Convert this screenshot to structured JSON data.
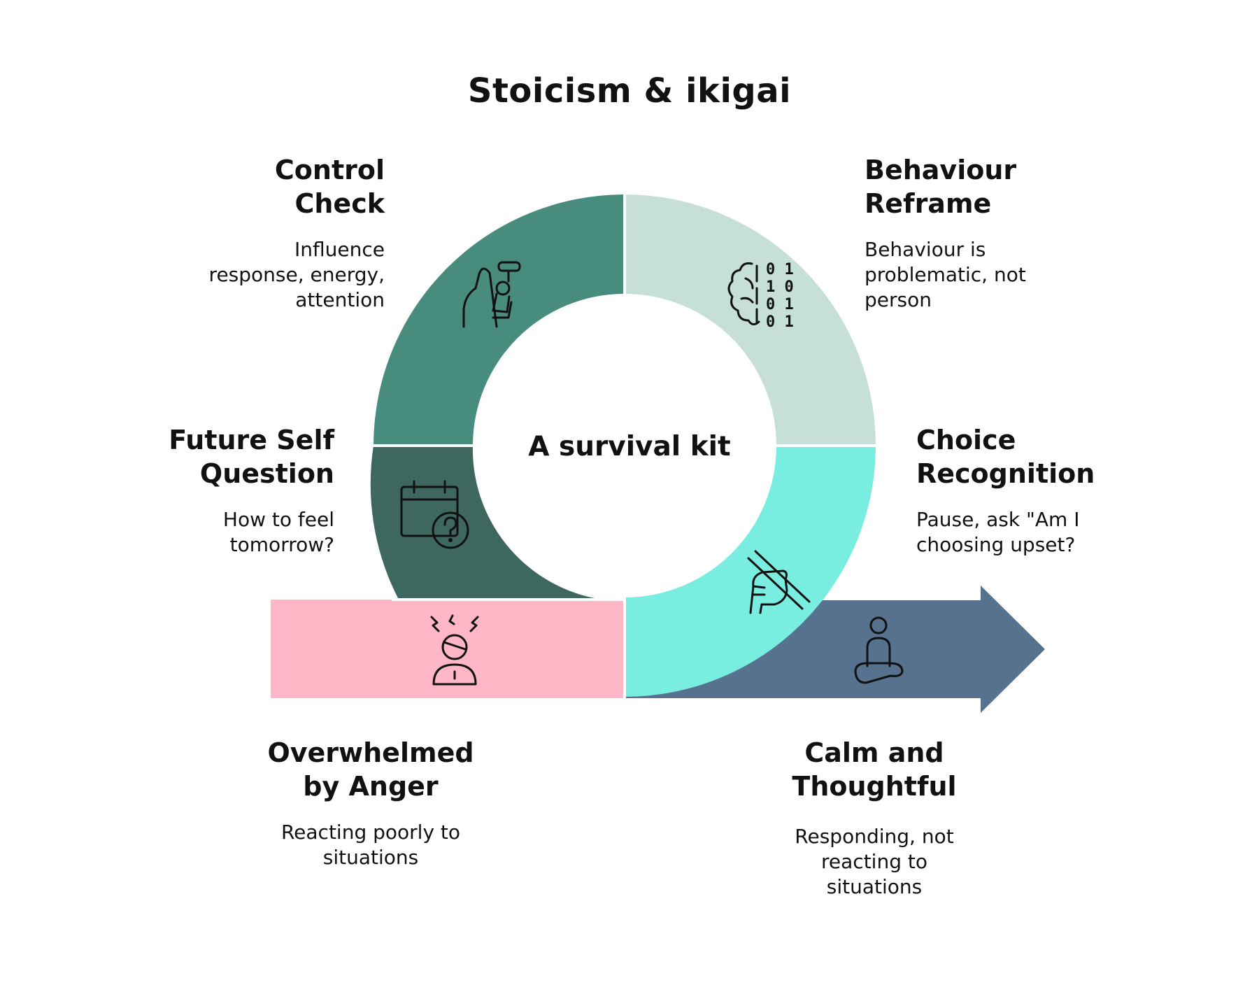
{
  "title": "Stoicism & ikigai",
  "center_label": "A survival kit",
  "colors": {
    "control_check": "#488c7e",
    "behaviour_reframe": "#c6e0d9",
    "future_self_question": "#3e6760",
    "choice_recognition": "#7aede1",
    "overwhelmed": "#ffb6c6",
    "calm_arrow": "#56728f"
  },
  "steps": {
    "control_check": {
      "title_line1": "Control",
      "title_line2": "Check",
      "desc_line1": "Influence",
      "desc_line2": "response, energy,",
      "desc_line3": "attention",
      "icon": "climber-icon"
    },
    "behaviour_reframe": {
      "title_line1": "Behaviour",
      "title_line2": "Reframe",
      "desc_line1": "Behaviour is",
      "desc_line2": "problematic, not",
      "desc_line3": "person",
      "icon": "brain-binary-icon"
    },
    "future_self_question": {
      "title_line1": "Future Self",
      "title_line2": "Question",
      "desc_line1": "How to feel",
      "desc_line2": "tomorrow?",
      "icon": "calendar-question-icon"
    },
    "choice_recognition": {
      "title_line1": "Choice",
      "title_line2": "Recognition",
      "desc_line1": "Pause, ask \"Am I",
      "desc_line2": "choosing upset?",
      "icon": "hand-holding-sticks-icon"
    }
  },
  "start": {
    "title_line1": "Overwhelmed",
    "title_line2": "by Anger",
    "desc_line1": "Reacting poorly to",
    "desc_line2": "situations",
    "icon": "angry-person-icon"
  },
  "end": {
    "title_line1": "Calm and",
    "title_line2": "Thoughtful",
    "desc_line1": "Responding, not",
    "desc_line2": "reacting to",
    "desc_line3": "situations",
    "icon": "meditating-person-icon"
  }
}
